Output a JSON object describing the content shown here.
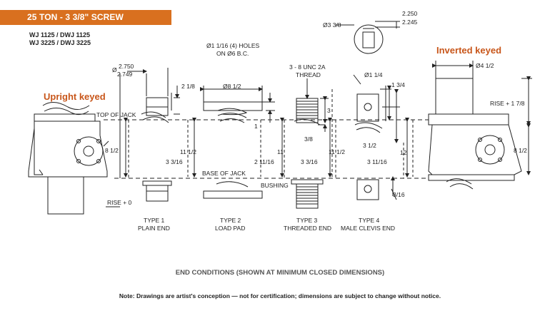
{
  "header": {
    "title": "25 TON - 3 3/8\" SCREW"
  },
  "models": [
    "WJ 1125 / DWJ 1125",
    "WJ 3225 / DWJ 3225"
  ],
  "labels": {
    "upright": "Upright keyed",
    "inverted": "Inverted keyed"
  },
  "drawing": {
    "top_of_jack": "TOP OF JACK",
    "base_of_jack": "BASE OF JACK",
    "bushing": "BUSHING",
    "rise_zero": "RISE + 0",
    "rise_inverted": "RISE + 1 7/8",
    "dims": {
      "d_2750": "2.750",
      "d_2749": "2.749",
      "dia_sym": "Ø",
      "d_2_1_8": "2 1/8",
      "d_8_1_2_left": "8 1/2",
      "d_3_3_16_a": "3 3/16",
      "d_11_1_2_a": "11 1/2",
      "dia_8_1_2": "Ø8 1/2",
      "holes_1": "Ø1 1/16 (4) HOLES",
      "holes_2": "ON Ø6 B.C.",
      "d_1": "1",
      "d_2_11_16": "2 11/16",
      "d_11": "11",
      "thread_1": "3 - 8 UNC 2A",
      "thread_2": "THREAD",
      "d_3": "3",
      "d_3_8": "3/8",
      "d_3_3_16_b": "3 3/16",
      "d_11_1_2_b": "11 1/2",
      "dia_1_1_4": "Ø1 1/4",
      "d_1_3_4": "1 3/4",
      "d_3_1_2": "3 1/2",
      "d_3_11_16": "3 11/16",
      "d_12": "12",
      "d_3_16": "3/16",
      "dia_3_3_8": "Ø3 3/8",
      "d_2250": "2.250",
      "d_2245": "2.245",
      "dia_4_1_2": "Ø4 1/2",
      "d_8_1_2_right": "8 1/2"
    },
    "types": [
      {
        "line1": "TYPE 1",
        "line2": "PLAIN END"
      },
      {
        "line1": "TYPE 2",
        "line2": "LOAD PAD"
      },
      {
        "line1": "TYPE 3",
        "line2": "THREADED END"
      },
      {
        "line1": "TYPE 4",
        "line2": "MALE CLEVIS END"
      }
    ]
  },
  "captions": {
    "end_conditions": "END CONDITIONS (SHOWN AT MINIMUM CLOSED DIMENSIONS)",
    "note": "Note: Drawings are artist's conception — not for certification; dimensions are subject to change without notice."
  },
  "colors": {
    "accent": "#d9701f",
    "label_orange": "#c8561a",
    "line": "#222222"
  }
}
